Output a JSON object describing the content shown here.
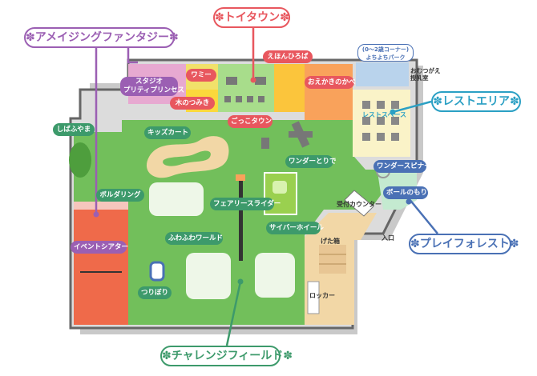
{
  "zones": {
    "amazing": "✽アメイジングファンタジー✽",
    "toy_town": "✽トイタウン✽",
    "rest_area": "✽レストエリア✽",
    "play_forest": "✽プレイフォレスト✽",
    "challenge": "✽チャレンジフィールド✽"
  },
  "labels": {
    "studio_line1": "スタジオ",
    "studio_line2": "プリティプリンセス",
    "wammy": "ワミー",
    "wood_blocks": "木のつみき",
    "picture_book": "えほんひろば",
    "oekaki": "おえかきのかべ",
    "gokko": "ごっこタウン",
    "baby_line1": "(0〜2歳コーナー)",
    "baby_line2": "よちよちパーク",
    "omutsu_line1": "おむつがえ",
    "omutsu_line2": "授乳室",
    "rest_space": "レストスペース",
    "shibafu": "しばふやま",
    "kids_kart": "キッズカート",
    "wonder_tori": "ワンダーとりで",
    "wonder_spinner": "ワンダースピナー",
    "ball_forest": "ボールのもり",
    "bouldering": "ボルダリング",
    "fairy_slider": "フェアリースライダー",
    "cyber_wheel": "サイバーホイール",
    "reception": "受付カウンター",
    "entrance": "入口",
    "shoe_box": "げた箱",
    "event_theater": "イベントシアター",
    "fuwafuwa": "ふわふわワールド",
    "tsuribori": "つりぼり",
    "locker": "ロッカー"
  },
  "colors": {
    "purple": "#9b5fb3",
    "red": "#e8575e",
    "teal": "#2ba0c4",
    "blue": "#4a71b5",
    "green": "#3d9a6b",
    "field": "#72bf5b",
    "orange": "#ef6a4a",
    "tan": "#f2d7a6",
    "yellow": "#fbd83c"
  }
}
